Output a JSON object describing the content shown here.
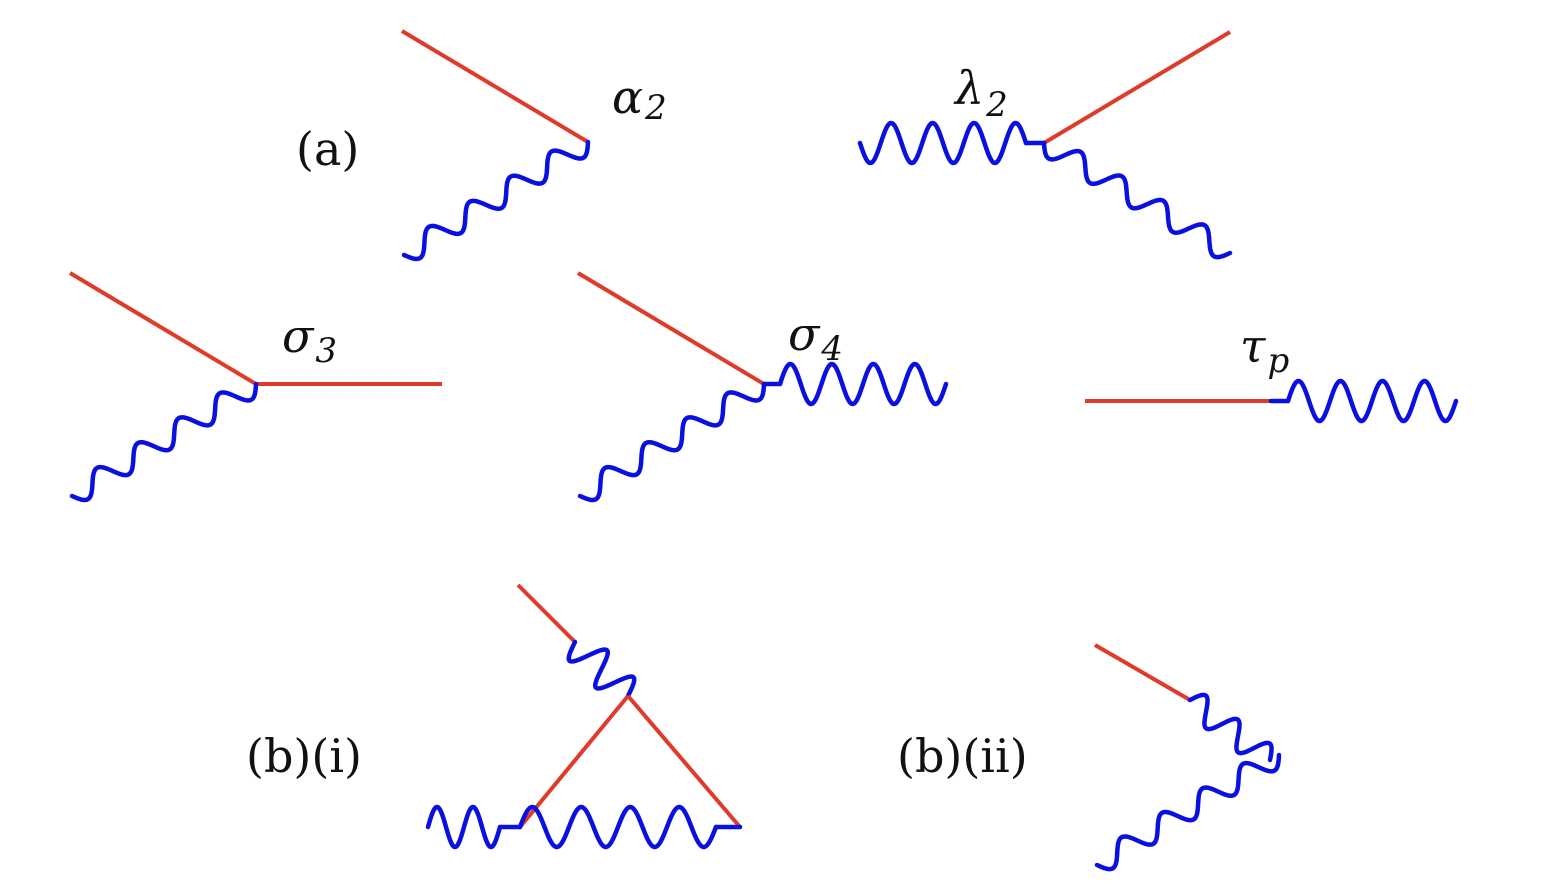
{
  "colors": {
    "fermion": "#e03a2b",
    "boson": "#0a10e0",
    "text": "#111111",
    "background": "#ffffff"
  },
  "panels": {
    "a": {
      "label": "(a)"
    },
    "b_i": {
      "label": "(b)(i)"
    },
    "b_ii": {
      "label": "(b)(ii)"
    }
  },
  "vertices": {
    "alpha2": {
      "symbol": "α",
      "index": "2"
    },
    "lambda2": {
      "symbol": "λ",
      "index": "2"
    },
    "sigma3": {
      "symbol": "σ",
      "index": "3"
    },
    "sigma4": {
      "symbol": "σ",
      "index": "4"
    },
    "tau_p": {
      "symbol": "τ",
      "index": "p"
    }
  },
  "icons": {
    "fermion_line": "straight-red-line",
    "boson_line": "wavy-blue-line"
  }
}
